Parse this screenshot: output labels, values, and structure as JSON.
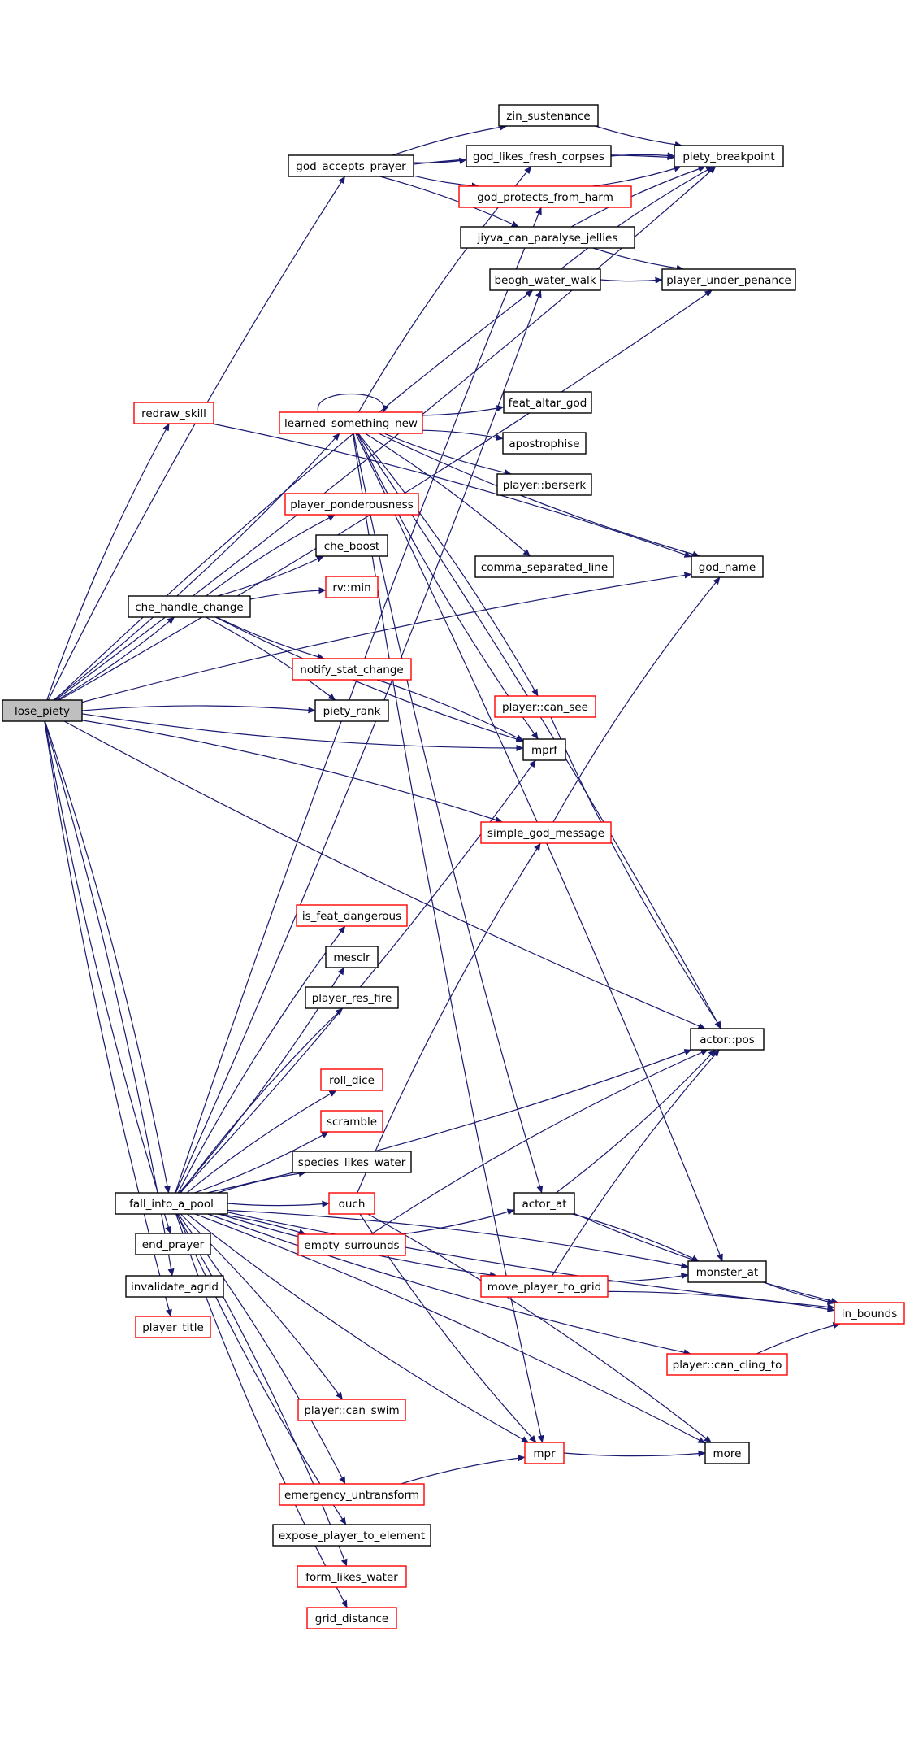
{
  "graph": {
    "title": "lose_piety",
    "edge_color": "#191970",
    "link_border_color": "#ff0000",
    "root_fill": "#bfbfbf",
    "nodes": [
      {
        "id": "lose_piety",
        "label": "lose_piety",
        "style": "root"
      },
      {
        "id": "god_accepts_prayer",
        "label": "god_accepts_prayer",
        "style": "black"
      },
      {
        "id": "zin_sustenance",
        "label": "zin_sustenance",
        "style": "black"
      },
      {
        "id": "god_likes_fresh_corpses",
        "label": "god_likes_fresh_corpses",
        "style": "black"
      },
      {
        "id": "piety_breakpoint",
        "label": "piety_breakpoint",
        "style": "black"
      },
      {
        "id": "god_protects_from_harm",
        "label": "god_protects_from_harm",
        "style": "red"
      },
      {
        "id": "jiyva_can_paralyse_jellies",
        "label": "jiyva_can_paralyse_jellies",
        "style": "black"
      },
      {
        "id": "beogh_water_walk",
        "label": "beogh_water_walk",
        "style": "black"
      },
      {
        "id": "player_under_penance",
        "label": "player_under_penance",
        "style": "black"
      },
      {
        "id": "redraw_skill",
        "label": "redraw_skill",
        "style": "red"
      },
      {
        "id": "learned_something_new",
        "label": "learned_something_new",
        "style": "red"
      },
      {
        "id": "feat_altar_god",
        "label": "feat_altar_god",
        "style": "black"
      },
      {
        "id": "apostrophise",
        "label": "apostrophise",
        "style": "black"
      },
      {
        "id": "player_berserk",
        "label": "player::berserk",
        "style": "black"
      },
      {
        "id": "player_ponderousness",
        "label": "player_ponderousness",
        "style": "red"
      },
      {
        "id": "che_boost",
        "label": "che_boost",
        "style": "black"
      },
      {
        "id": "comma_separated_line",
        "label": "comma_separated_line",
        "style": "black"
      },
      {
        "id": "god_name",
        "label": "god_name",
        "style": "black"
      },
      {
        "id": "rv_min",
        "label": "rv::min",
        "style": "red"
      },
      {
        "id": "che_handle_change",
        "label": "che_handle_change",
        "style": "black"
      },
      {
        "id": "notify_stat_change",
        "label": "notify_stat_change",
        "style": "red"
      },
      {
        "id": "player_can_see",
        "label": "player::can_see",
        "style": "red"
      },
      {
        "id": "piety_rank",
        "label": "piety_rank",
        "style": "black"
      },
      {
        "id": "mprf",
        "label": "mprf",
        "style": "black"
      },
      {
        "id": "simple_god_message",
        "label": "simple_god_message",
        "style": "red"
      },
      {
        "id": "is_feat_dangerous",
        "label": "is_feat_dangerous",
        "style": "red"
      },
      {
        "id": "mesclr",
        "label": "mesclr",
        "style": "black"
      },
      {
        "id": "player_res_fire",
        "label": "player_res_fire",
        "style": "black"
      },
      {
        "id": "actor_pos",
        "label": "actor::pos",
        "style": "black"
      },
      {
        "id": "roll_dice",
        "label": "roll_dice",
        "style": "red"
      },
      {
        "id": "scramble",
        "label": "scramble",
        "style": "red"
      },
      {
        "id": "species_likes_water",
        "label": "species_likes_water",
        "style": "black"
      },
      {
        "id": "fall_into_a_pool",
        "label": "fall_into_a_pool",
        "style": "black"
      },
      {
        "id": "ouch",
        "label": "ouch",
        "style": "red"
      },
      {
        "id": "actor_at",
        "label": "actor_at",
        "style": "black"
      },
      {
        "id": "end_prayer",
        "label": "end_prayer",
        "style": "black"
      },
      {
        "id": "empty_surrounds",
        "label": "empty_surrounds",
        "style": "red"
      },
      {
        "id": "move_player_to_grid",
        "label": "move_player_to_grid",
        "style": "red"
      },
      {
        "id": "monster_at",
        "label": "monster_at",
        "style": "black"
      },
      {
        "id": "invalidate_agrid",
        "label": "invalidate_agrid",
        "style": "black"
      },
      {
        "id": "in_bounds",
        "label": "in_bounds",
        "style": "red"
      },
      {
        "id": "player_title",
        "label": "player_title",
        "style": "red"
      },
      {
        "id": "player_can_cling_to",
        "label": "player::can_cling_to",
        "style": "red"
      },
      {
        "id": "player_can_swim",
        "label": "player::can_swim",
        "style": "red"
      },
      {
        "id": "mpr",
        "label": "mpr",
        "style": "red"
      },
      {
        "id": "more",
        "label": "more",
        "style": "black"
      },
      {
        "id": "emergency_untransform",
        "label": "emergency_untransform",
        "style": "red"
      },
      {
        "id": "expose_player_to_element",
        "label": "expose_player_to_element",
        "style": "black"
      },
      {
        "id": "form_likes_water",
        "label": "form_likes_water",
        "style": "red"
      },
      {
        "id": "grid_distance",
        "label": "grid_distance",
        "style": "red"
      }
    ],
    "edges": [
      [
        "lose_piety",
        "god_accepts_prayer"
      ],
      [
        "lose_piety",
        "piety_breakpoint"
      ],
      [
        "lose_piety",
        "beogh_water_walk"
      ],
      [
        "lose_piety",
        "player_under_penance"
      ],
      [
        "lose_piety",
        "redraw_skill"
      ],
      [
        "lose_piety",
        "learned_something_new"
      ],
      [
        "lose_piety",
        "god_name"
      ],
      [
        "lose_piety",
        "che_handle_change"
      ],
      [
        "lose_piety",
        "piety_rank"
      ],
      [
        "lose_piety",
        "mprf"
      ],
      [
        "lose_piety",
        "simple_god_message"
      ],
      [
        "lose_piety",
        "actor_pos"
      ],
      [
        "lose_piety",
        "fall_into_a_pool"
      ],
      [
        "lose_piety",
        "end_prayer"
      ],
      [
        "lose_piety",
        "invalidate_agrid"
      ],
      [
        "lose_piety",
        "player_title"
      ],
      [
        "god_accepts_prayer",
        "zin_sustenance"
      ],
      [
        "god_accepts_prayer",
        "god_likes_fresh_corpses"
      ],
      [
        "god_accepts_prayer",
        "piety_breakpoint"
      ],
      [
        "god_accepts_prayer",
        "god_protects_from_harm"
      ],
      [
        "god_accepts_prayer",
        "jiyva_can_paralyse_jellies"
      ],
      [
        "zin_sustenance",
        "piety_breakpoint"
      ],
      [
        "god_likes_fresh_corpses",
        "piety_breakpoint"
      ],
      [
        "god_protects_from_harm",
        "piety_breakpoint"
      ],
      [
        "jiyva_can_paralyse_jellies",
        "piety_breakpoint"
      ],
      [
        "jiyva_can_paralyse_jellies",
        "player_under_penance"
      ],
      [
        "beogh_water_walk",
        "piety_breakpoint"
      ],
      [
        "beogh_water_walk",
        "player_under_penance"
      ],
      [
        "redraw_skill",
        "god_name"
      ],
      [
        "learned_something_new",
        "learned_something_new"
      ],
      [
        "learned_something_new",
        "god_likes_fresh_corpses"
      ],
      [
        "learned_something_new",
        "feat_altar_god"
      ],
      [
        "learned_something_new",
        "apostrophise"
      ],
      [
        "learned_something_new",
        "player_berserk"
      ],
      [
        "learned_something_new",
        "comma_separated_line"
      ],
      [
        "learned_something_new",
        "god_name"
      ],
      [
        "learned_something_new",
        "player_can_see"
      ],
      [
        "learned_something_new",
        "mprf"
      ],
      [
        "learned_something_new",
        "actor_pos"
      ],
      [
        "learned_something_new",
        "actor_at"
      ],
      [
        "learned_something_new",
        "monster_at"
      ],
      [
        "learned_something_new",
        "mpr"
      ],
      [
        "che_handle_change",
        "player_ponderousness"
      ],
      [
        "che_handle_change",
        "che_boost"
      ],
      [
        "che_handle_change",
        "rv_min"
      ],
      [
        "che_handle_change",
        "notify_stat_change"
      ],
      [
        "che_handle_change",
        "piety_rank"
      ],
      [
        "che_handle_change",
        "mprf"
      ],
      [
        "notify_stat_change",
        "mprf"
      ],
      [
        "player_can_see",
        "actor_pos"
      ],
      [
        "simple_god_message",
        "god_name"
      ],
      [
        "fall_into_a_pool",
        "beogh_water_walk"
      ],
      [
        "fall_into_a_pool",
        "god_protects_from_harm"
      ],
      [
        "fall_into_a_pool",
        "mprf"
      ],
      [
        "fall_into_a_pool",
        "is_feat_dangerous"
      ],
      [
        "fall_into_a_pool",
        "mesclr"
      ],
      [
        "fall_into_a_pool",
        "player_res_fire"
      ],
      [
        "fall_into_a_pool",
        "actor_pos"
      ],
      [
        "fall_into_a_pool",
        "roll_dice"
      ],
      [
        "fall_into_a_pool",
        "scramble"
      ],
      [
        "fall_into_a_pool",
        "species_likes_water"
      ],
      [
        "fall_into_a_pool",
        "ouch"
      ],
      [
        "fall_into_a_pool",
        "empty_surrounds"
      ],
      [
        "fall_into_a_pool",
        "move_player_to_grid"
      ],
      [
        "fall_into_a_pool",
        "monster_at"
      ],
      [
        "fall_into_a_pool",
        "player_can_cling_to"
      ],
      [
        "fall_into_a_pool",
        "player_can_swim"
      ],
      [
        "fall_into_a_pool",
        "mpr"
      ],
      [
        "fall_into_a_pool",
        "emergency_untransform"
      ],
      [
        "fall_into_a_pool",
        "expose_player_to_element"
      ],
      [
        "fall_into_a_pool",
        "form_likes_water"
      ],
      [
        "fall_into_a_pool",
        "grid_distance"
      ],
      [
        "fall_into_a_pool",
        "more"
      ],
      [
        "fall_into_a_pool",
        "in_bounds"
      ],
      [
        "ouch",
        "simple_god_message"
      ],
      [
        "ouch",
        "mpr"
      ],
      [
        "ouch",
        "more"
      ],
      [
        "empty_surrounds",
        "actor_at"
      ],
      [
        "empty_surrounds",
        "actor_pos"
      ],
      [
        "actor_at",
        "actor_pos"
      ],
      [
        "actor_at",
        "monster_at"
      ],
      [
        "actor_at",
        "in_bounds"
      ],
      [
        "move_player_to_grid",
        "actor_pos"
      ],
      [
        "move_player_to_grid",
        "monster_at"
      ],
      [
        "move_player_to_grid",
        "in_bounds"
      ],
      [
        "monster_at",
        "in_bounds"
      ],
      [
        "player_can_cling_to",
        "in_bounds"
      ],
      [
        "mpr",
        "more"
      ],
      [
        "emergency_untransform",
        "mpr"
      ]
    ]
  }
}
